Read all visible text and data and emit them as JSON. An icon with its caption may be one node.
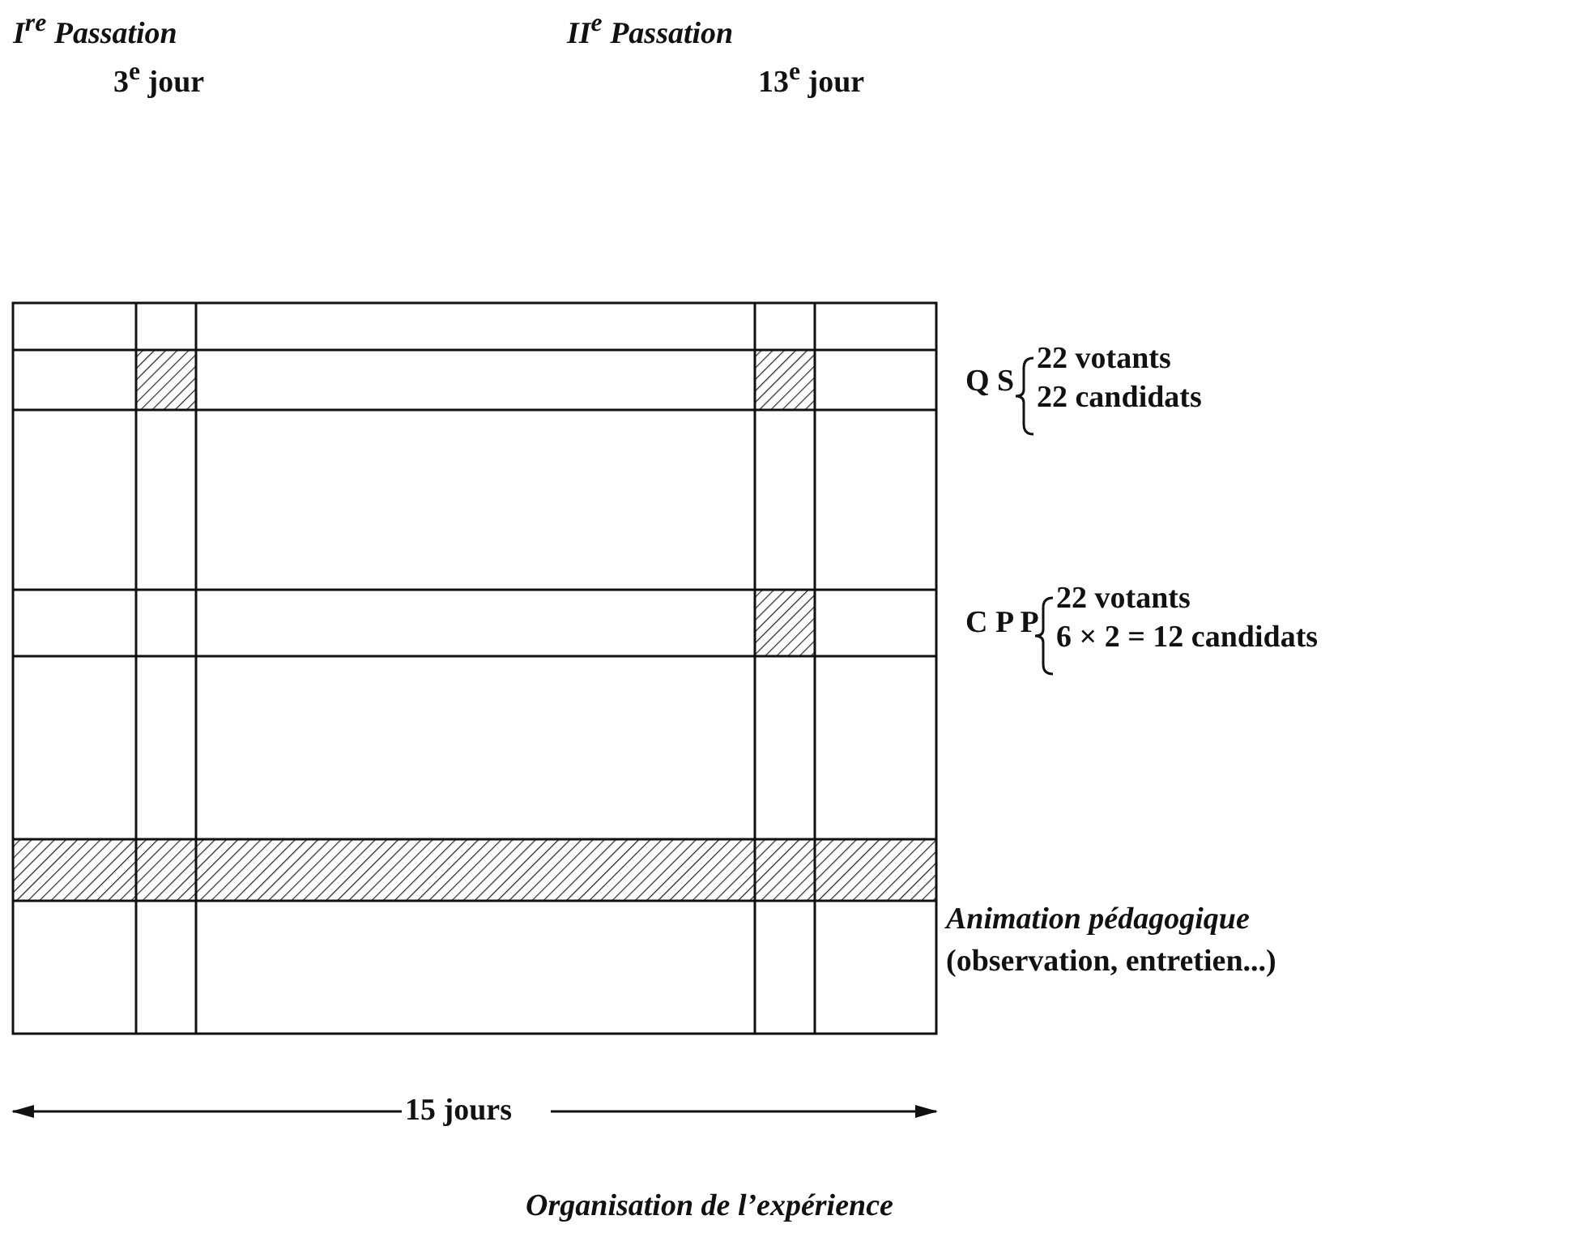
{
  "diagram": {
    "caption": "Organisation de l’expérience",
    "labels": [
      "I$^{re}$ Passation",
      "3$^{e}$ jour",
      "II$^{e}$ Passation",
      "13$^{e}$ jour",
      "Q S",
      "22 votants",
      "22 candidats",
      "C P P",
      "22 votants",
      "6 × 2 = 12 candidats",
      "Animation pédagogique",
      "(observation, entretien...)",
      "15 jours"
    ]
  }
}
